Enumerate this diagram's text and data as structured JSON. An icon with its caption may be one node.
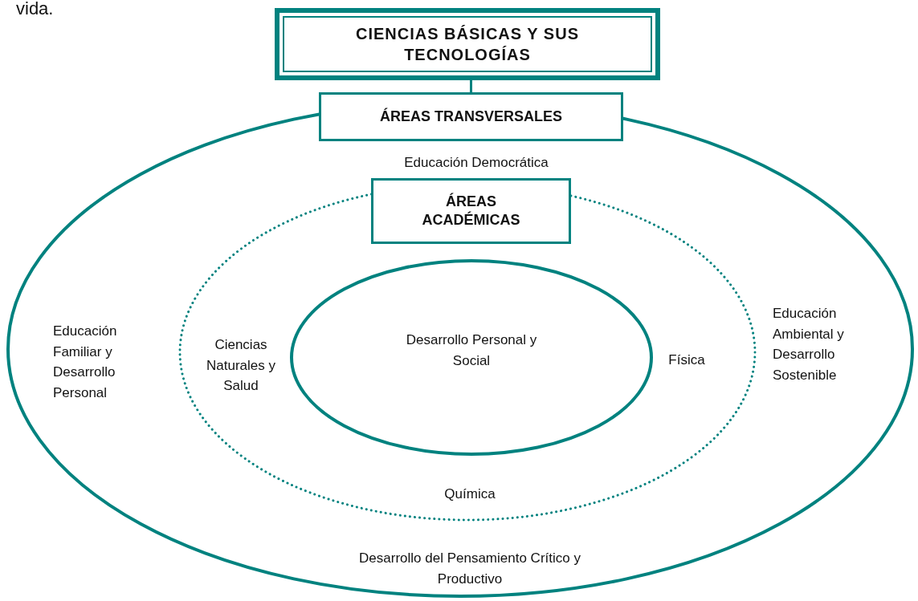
{
  "diagram": {
    "nodes": [
      {
        "text": [
          "CIENCIAS BÁSICAS Y SUS TECNOLOGÍAS"
        ]
      },
      {
        "text": [
          "ÁREAS TRANSVERSALES"
        ]
      },
      {
        "text": [
          "Educación Democrática",
          "Educación Familiar y Desarrollo Personal",
          "Educación Ambiental y Desarrollo Sostenible",
          "Desarrollo del Pensamiento Crítico y Productivo"
        ]
      },
      {
        "text": [
          "ÁREAS ACADÉMICAS"
        ],
        "in": 2
      },
      {
        "text": [
          "Ciencias Naturales y Salud",
          "Física",
          "Química"
        ],
        "in": 2
      },
      {
        "text": [
          "Desarrollo Personal y Social"
        ],
        "in": 4
      }
    ],
    "edges": [
      {
        "from": 0,
        "to": 1,
        "arrow": "none"
      }
    ],
    "labels": [
      "vida."
    ]
  }
}
